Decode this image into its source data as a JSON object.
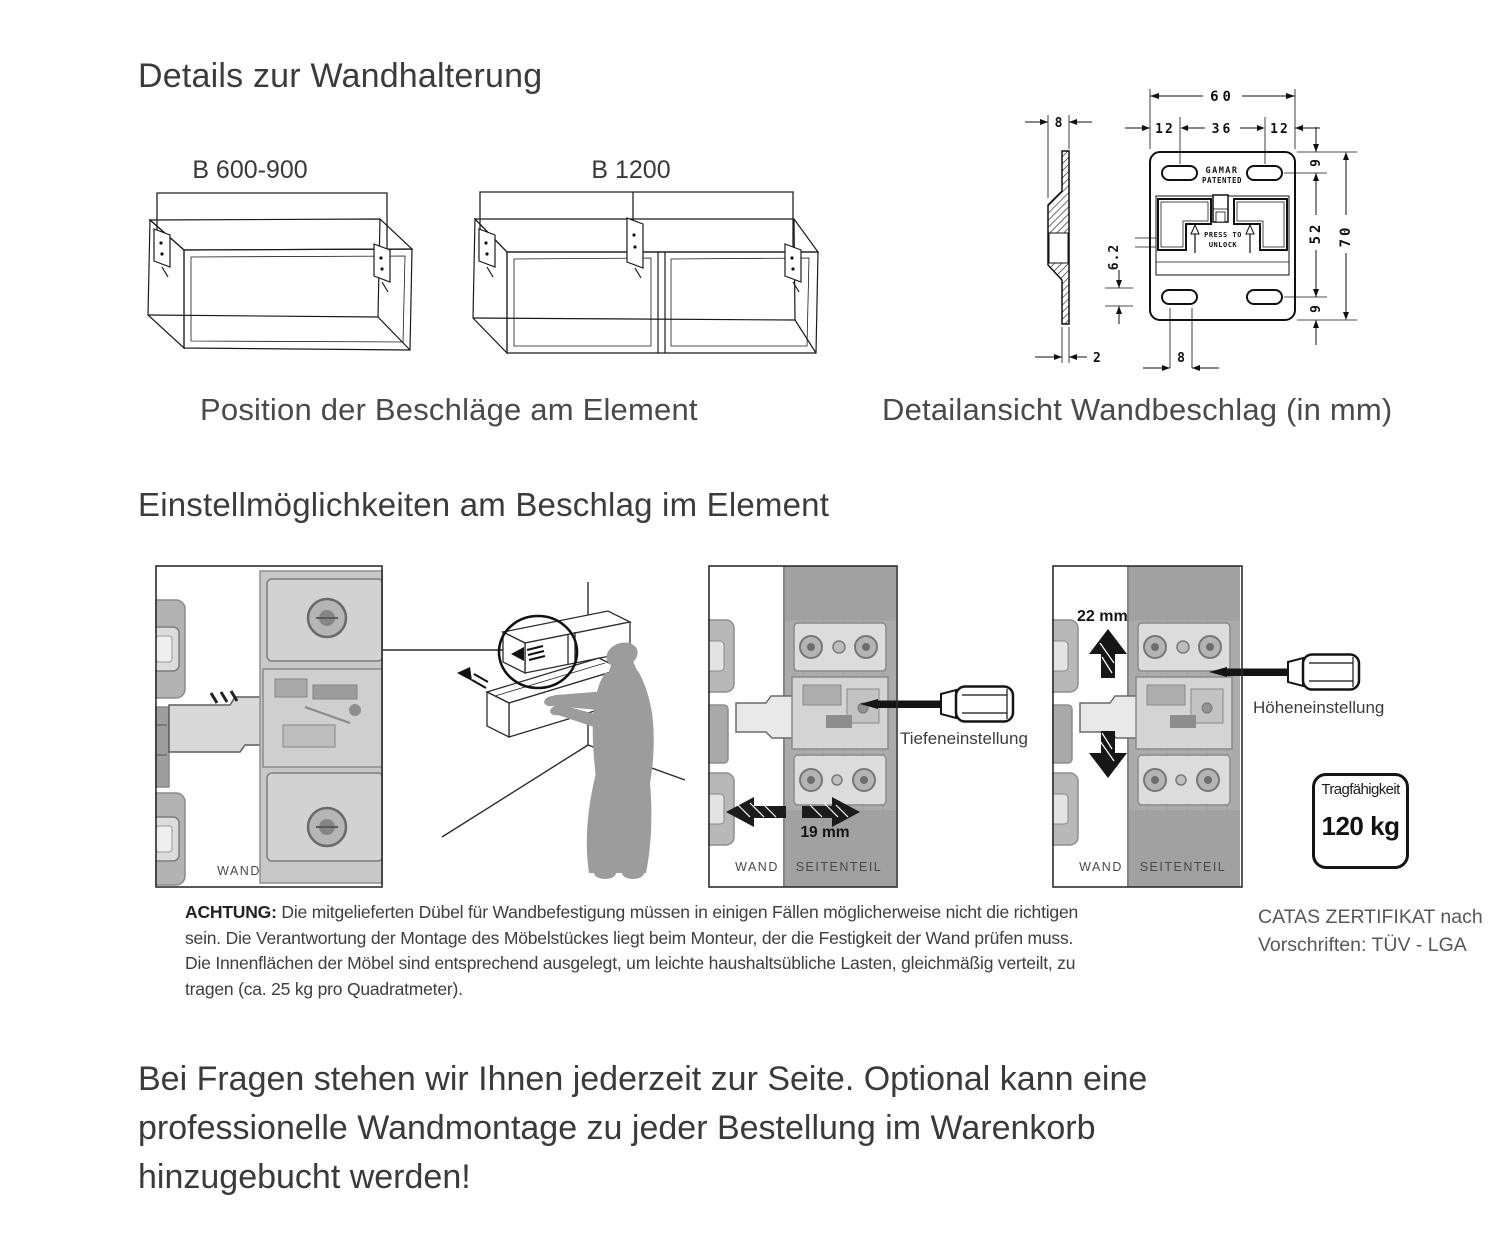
{
  "title": "Details zur Wandhalterung",
  "cabinets": {
    "small_label": "B 600-900",
    "large_label": "B 1200",
    "caption": "Position der Beschläge am Element"
  },
  "bracket": {
    "caption": "Detailansicht Wandbeschlag (in mm)",
    "brand_line1": "GAMAR",
    "brand_line2": "PATENTED",
    "unlock_line1": "PRESS TO",
    "unlock_line2": "UNLOCK",
    "dims": {
      "w60": "60",
      "s12": "12",
      "c36": "36",
      "p8": "8",
      "t2": "2",
      "o62": "6.2",
      "m9": "9",
      "s52": "52",
      "h70": "70"
    }
  },
  "adjust": {
    "heading": "Einstellmöglichkeiten am Beschlag im Element",
    "wand": "WAND",
    "seitenteil": "SEITENTEIL",
    "depth_value": "19 mm",
    "height_value": "22 mm",
    "depth_label": "Tiefeneinstellung",
    "height_label": "Höheneinstellung"
  },
  "capacity": {
    "label": "Tragfähigkeit",
    "value": "120 kg"
  },
  "certificate": {
    "line1": "CATAS ZERTIFIKAT nach",
    "line2": "Vorschriften: TÜV - LGA"
  },
  "warning": {
    "label": "ACHTUNG:",
    "line1": " Die mitgelieferten Dübel für Wandbefestigung müssen in einigen Fällen möglicherweise nicht die richtigen",
    "line2": "sein. Die Verantwortung der Montage des Möbelstückes liegt beim Monteur, der die Festigkeit der Wand prüfen muss.",
    "line3": "Die Innenflächen der Möbel sind entsprechend ausgelegt, um leichte haushaltsübliche Lasten, gleichmäßig verteilt, zu",
    "line4": "tragen (ca. 25 kg pro Quadratmeter)."
  },
  "closing": {
    "line1": "Bei Fragen stehen wir Ihnen jederzeit zur Seite. Optional kann eine",
    "line2": "professionelle Wandmontage zu jeder Bestellung im Warenkorb",
    "line3": "hinzugebucht werden!"
  }
}
